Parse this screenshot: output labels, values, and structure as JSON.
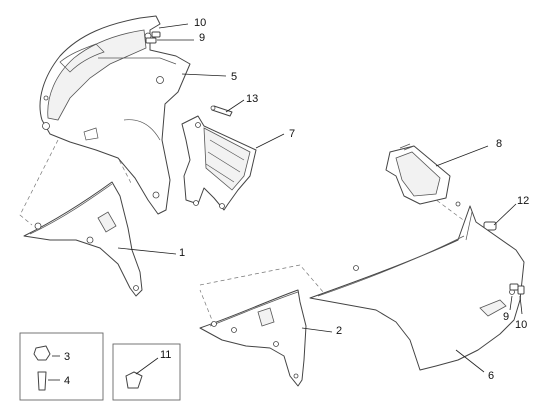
{
  "diagram": {
    "callouts": {
      "c1": "1",
      "c2": "2",
      "c3": "3",
      "c4": "4",
      "c5": "5",
      "c6": "6",
      "c7": "7",
      "c8": "8",
      "c9a": "9",
      "c9b": "9",
      "c10a": "10",
      "c10b": "10",
      "c11": "11",
      "c12": "12",
      "c13": "13"
    }
  }
}
